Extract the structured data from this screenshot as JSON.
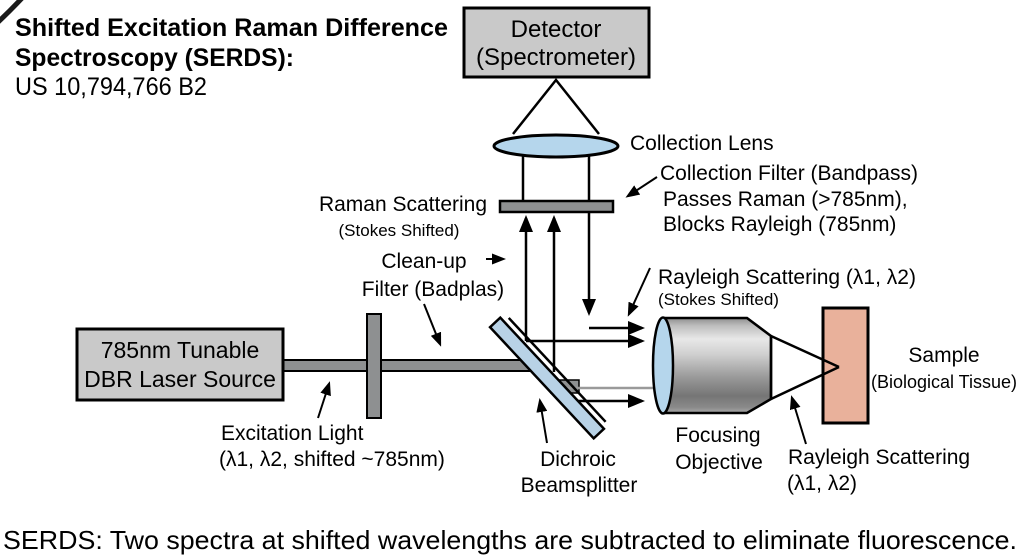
{
  "title": {
    "line1": "Shifted Excitation Raman Difference",
    "line2": "Spectroscopy (SERDS):",
    "line3": "US 10,794,766 B2"
  },
  "caption": "SERDS: Two spectra at shifted wavelengths are subtracted to eliminate fluorescence.",
  "components": {
    "detector": {
      "line1": "Detector",
      "line2": "(Spectrometer)"
    },
    "laser": {
      "line1": "785nm Tunable",
      "line2": "DBR Laser Source"
    }
  },
  "labels": {
    "collection_lens": "Collection Lens",
    "collection_filter_line1": "Collection Filter (Bandpass)",
    "collection_filter_line2": "Passes Raman (>785nm),",
    "collection_filter_line3": "Blocks Rayleigh (785nm)",
    "raman_scattering": "Raman Scattering",
    "raman_scattering_sub": "(Stokes Shifted)",
    "cleanup_line1": "Clean-up",
    "cleanup_line2": "Filter (Badplas)",
    "rayleigh_top": "Rayleigh Scattering (λ1, λ2)",
    "rayleigh_top_sub": "(Stokes Shifted)",
    "excitation_line1": "Excitation Light",
    "excitation_line2": "(λ1, λ2, shifted ~785nm)",
    "dichroic_line1": "Dichroic",
    "dichroic_line2": "Beamsplitter",
    "focusing_line1": "Focusing",
    "focusing_line2": "Objective",
    "sample_line1": "Sample",
    "sample_line2": "(Biological Tissue)",
    "rayleigh_bottom_line1": "Rayleigh Scattering",
    "rayleigh_bottom_line2": "(λ1, λ2)"
  },
  "colors": {
    "box_gray": "#c9c9c9",
    "bar_gray": "#8e9091",
    "lens_blue": "#b5d6ec",
    "beamsplitter_blue": "#b8d2e6",
    "sample_salmon": "#e9b19b",
    "thin_beam_gray": "#9a9a9a",
    "outline": "#000000"
  }
}
